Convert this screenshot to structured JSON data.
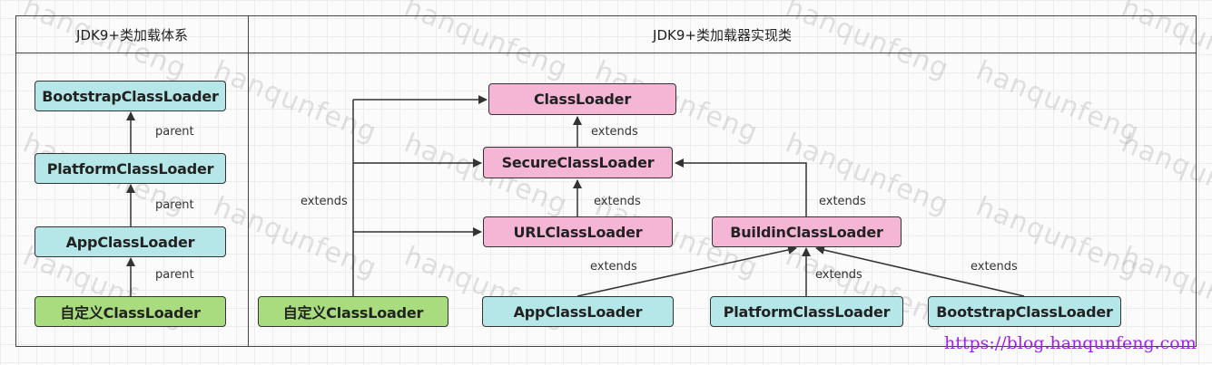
{
  "left_panel": {
    "title": "JDK9+类加载体系",
    "nodes": {
      "bootstrap": "BootstrapClassLoader",
      "platform": "PlatformClassLoader",
      "app": "AppClassLoader",
      "custom": "自定义ClassLoader"
    },
    "labels": {
      "parent1": "parent",
      "parent2": "parent",
      "parent3": "parent"
    }
  },
  "right_panel": {
    "title": "JDK9+类加载器实现类",
    "nodes": {
      "classloader": "ClassLoader",
      "secure": "SecureClassLoader",
      "url": "URLClassLoader",
      "buildin": "BuildinClassLoader",
      "custom": "自定义ClassLoader",
      "app": "AppClassLoader",
      "platform": "PlatformClassLoader",
      "bootstrap": "BootstrapClassLoader"
    },
    "labels": {
      "secure_to_classloader": "extends",
      "url_to_secure": "extends",
      "buildin_to_secure": "extends",
      "custom_extends": "extends",
      "app_extends": "extends",
      "platform_extends": "extends",
      "bootstrap_extends": "extends"
    }
  },
  "watermark": "hanqunfeng",
  "footer_url": "https://blog.hanqunfeng.com",
  "colors": {
    "cyan": "#b5e6e8",
    "pink": "#f5b6d6",
    "green": "#a9dc7e",
    "url": "#a020f0"
  }
}
